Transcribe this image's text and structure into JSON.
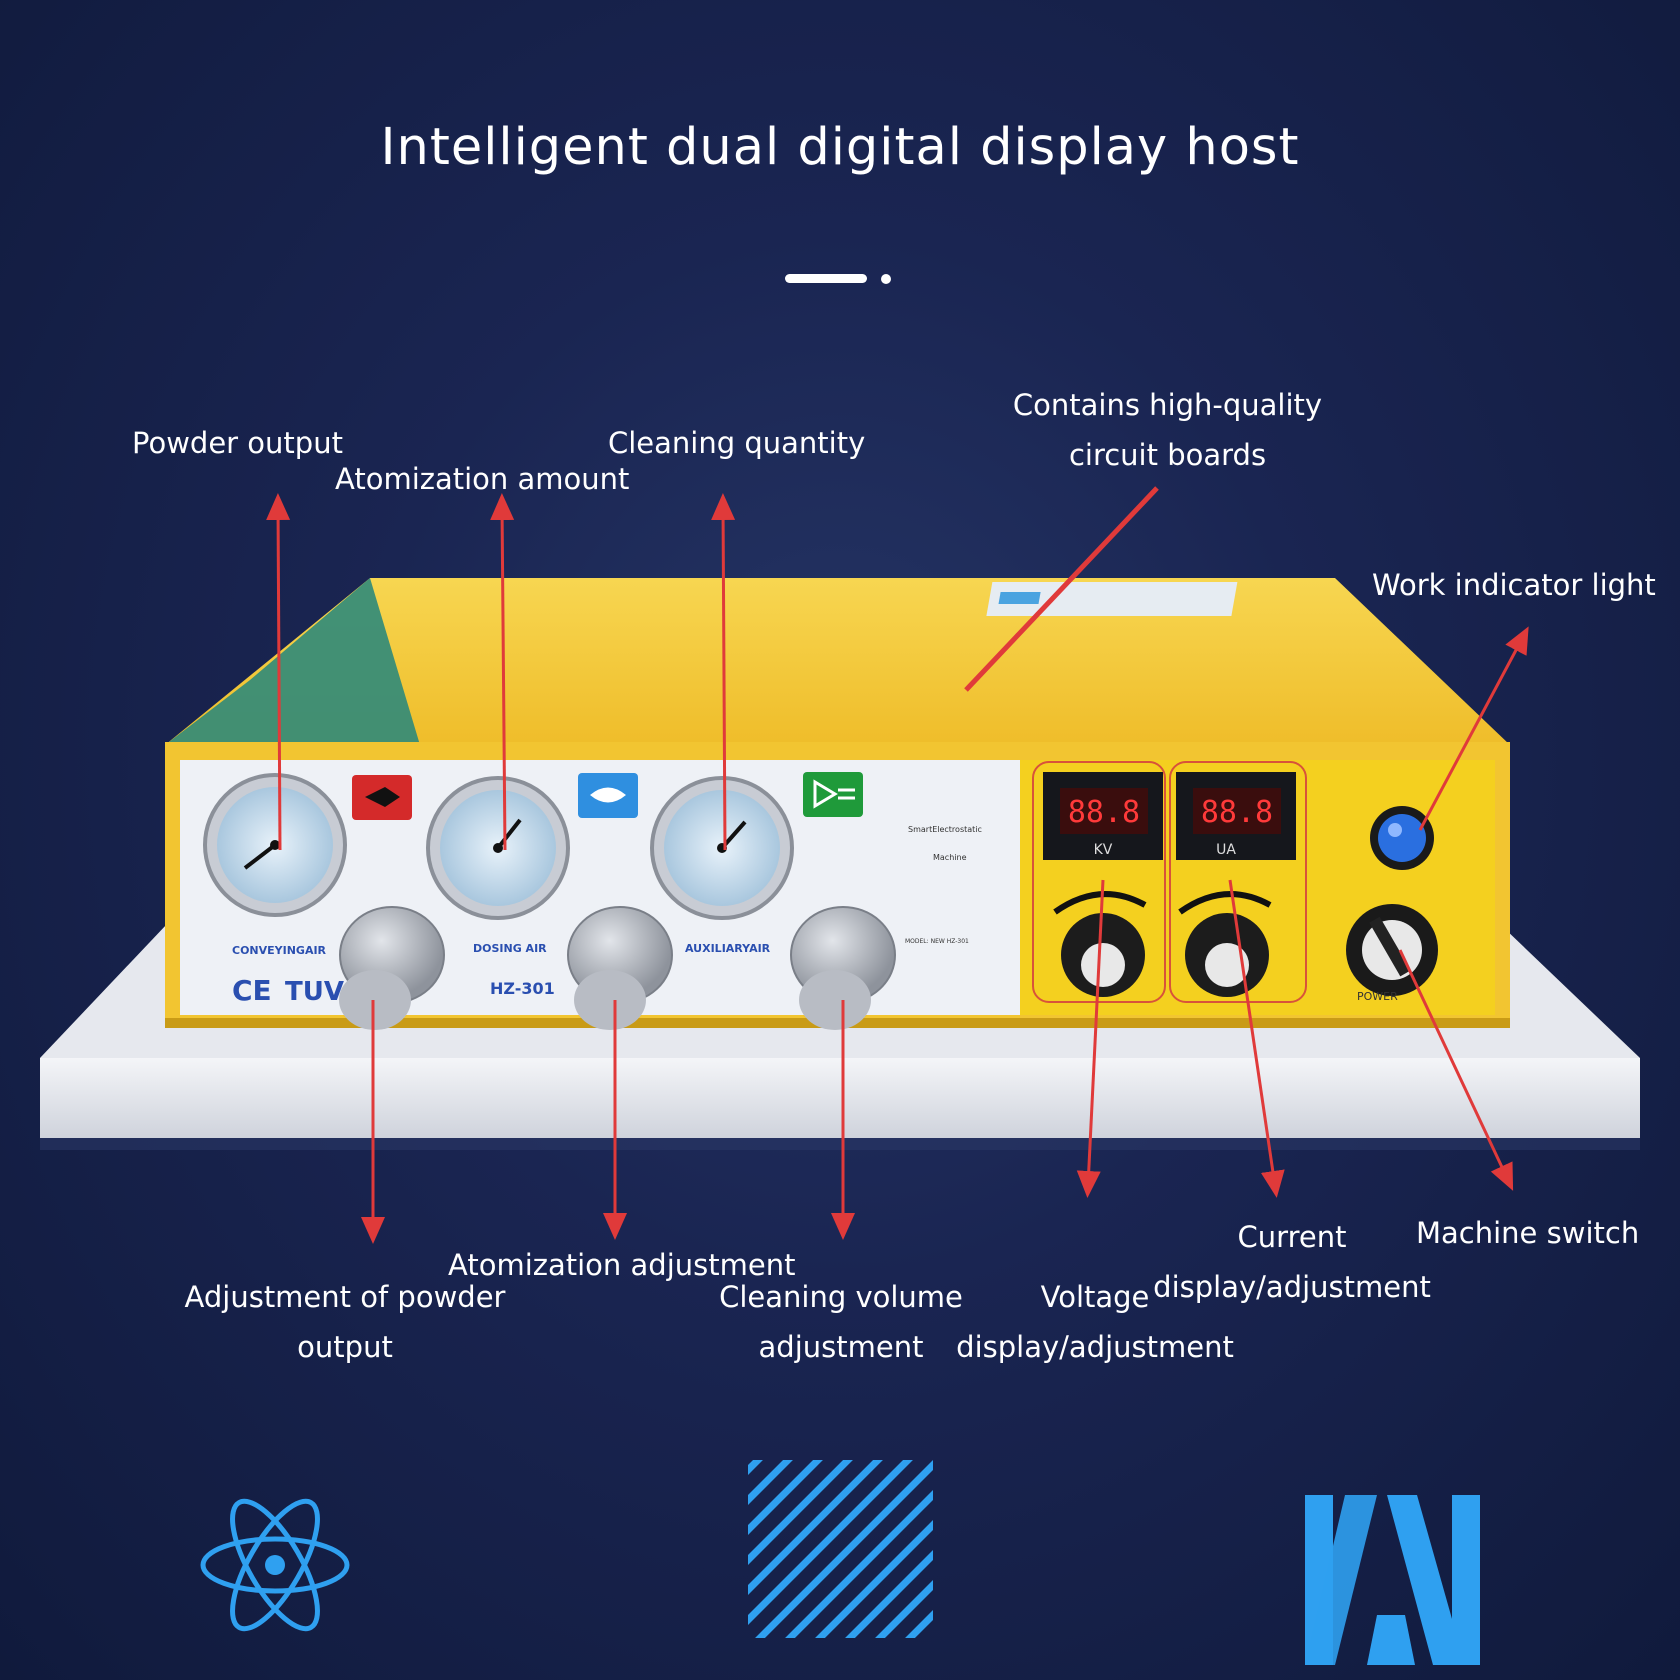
{
  "title": "Intelligent dual digital display host",
  "labels": {
    "powder_output": "Powder output",
    "atomization_amount": "Atomization amount",
    "cleaning_quantity": "Cleaning quantity",
    "circuit_line1": "Contains high-quality",
    "circuit_line2": "circuit boards",
    "work_indicator": "Work indicator light",
    "adj_powder_line1": "Adjustment of powder",
    "adj_powder_line2": "output",
    "atomization_adjustment": "Atomization adjustment",
    "cleaning_volume_line1": "Cleaning volume",
    "cleaning_volume_line2": "adjustment",
    "voltage_line1": "Voltage",
    "voltage_line2": "display/adjustment",
    "current_line1": "Current",
    "current_line2": "display/adjustment",
    "machine_switch": "Machine switch"
  },
  "panel": {
    "gauge1_label": "CONVEYINGAIR",
    "gauge2_label": "DOSING AIR",
    "gauge3_label": "AUXILIARYAIR",
    "brand_ce": "CE",
    "brand_tuv": "TUV",
    "model_code": "HZ-301",
    "brand_line1": "SmartElectrostatic",
    "brand_line2": "Machine",
    "model_line": "MODEL: NEW  HZ-301",
    "kv_label": "KV",
    "ua_label": "UA",
    "power_label": "POWER"
  },
  "colors": {
    "background": "#1a2552",
    "arrow": "#e03a3a",
    "casing": "#f2c531",
    "panel_face": "#eef1f6",
    "icon_accent": "#2fa0f0"
  },
  "icons": [
    "atom-icon",
    "diagonal-stripes-icon",
    "zigzag-logo-icon"
  ]
}
